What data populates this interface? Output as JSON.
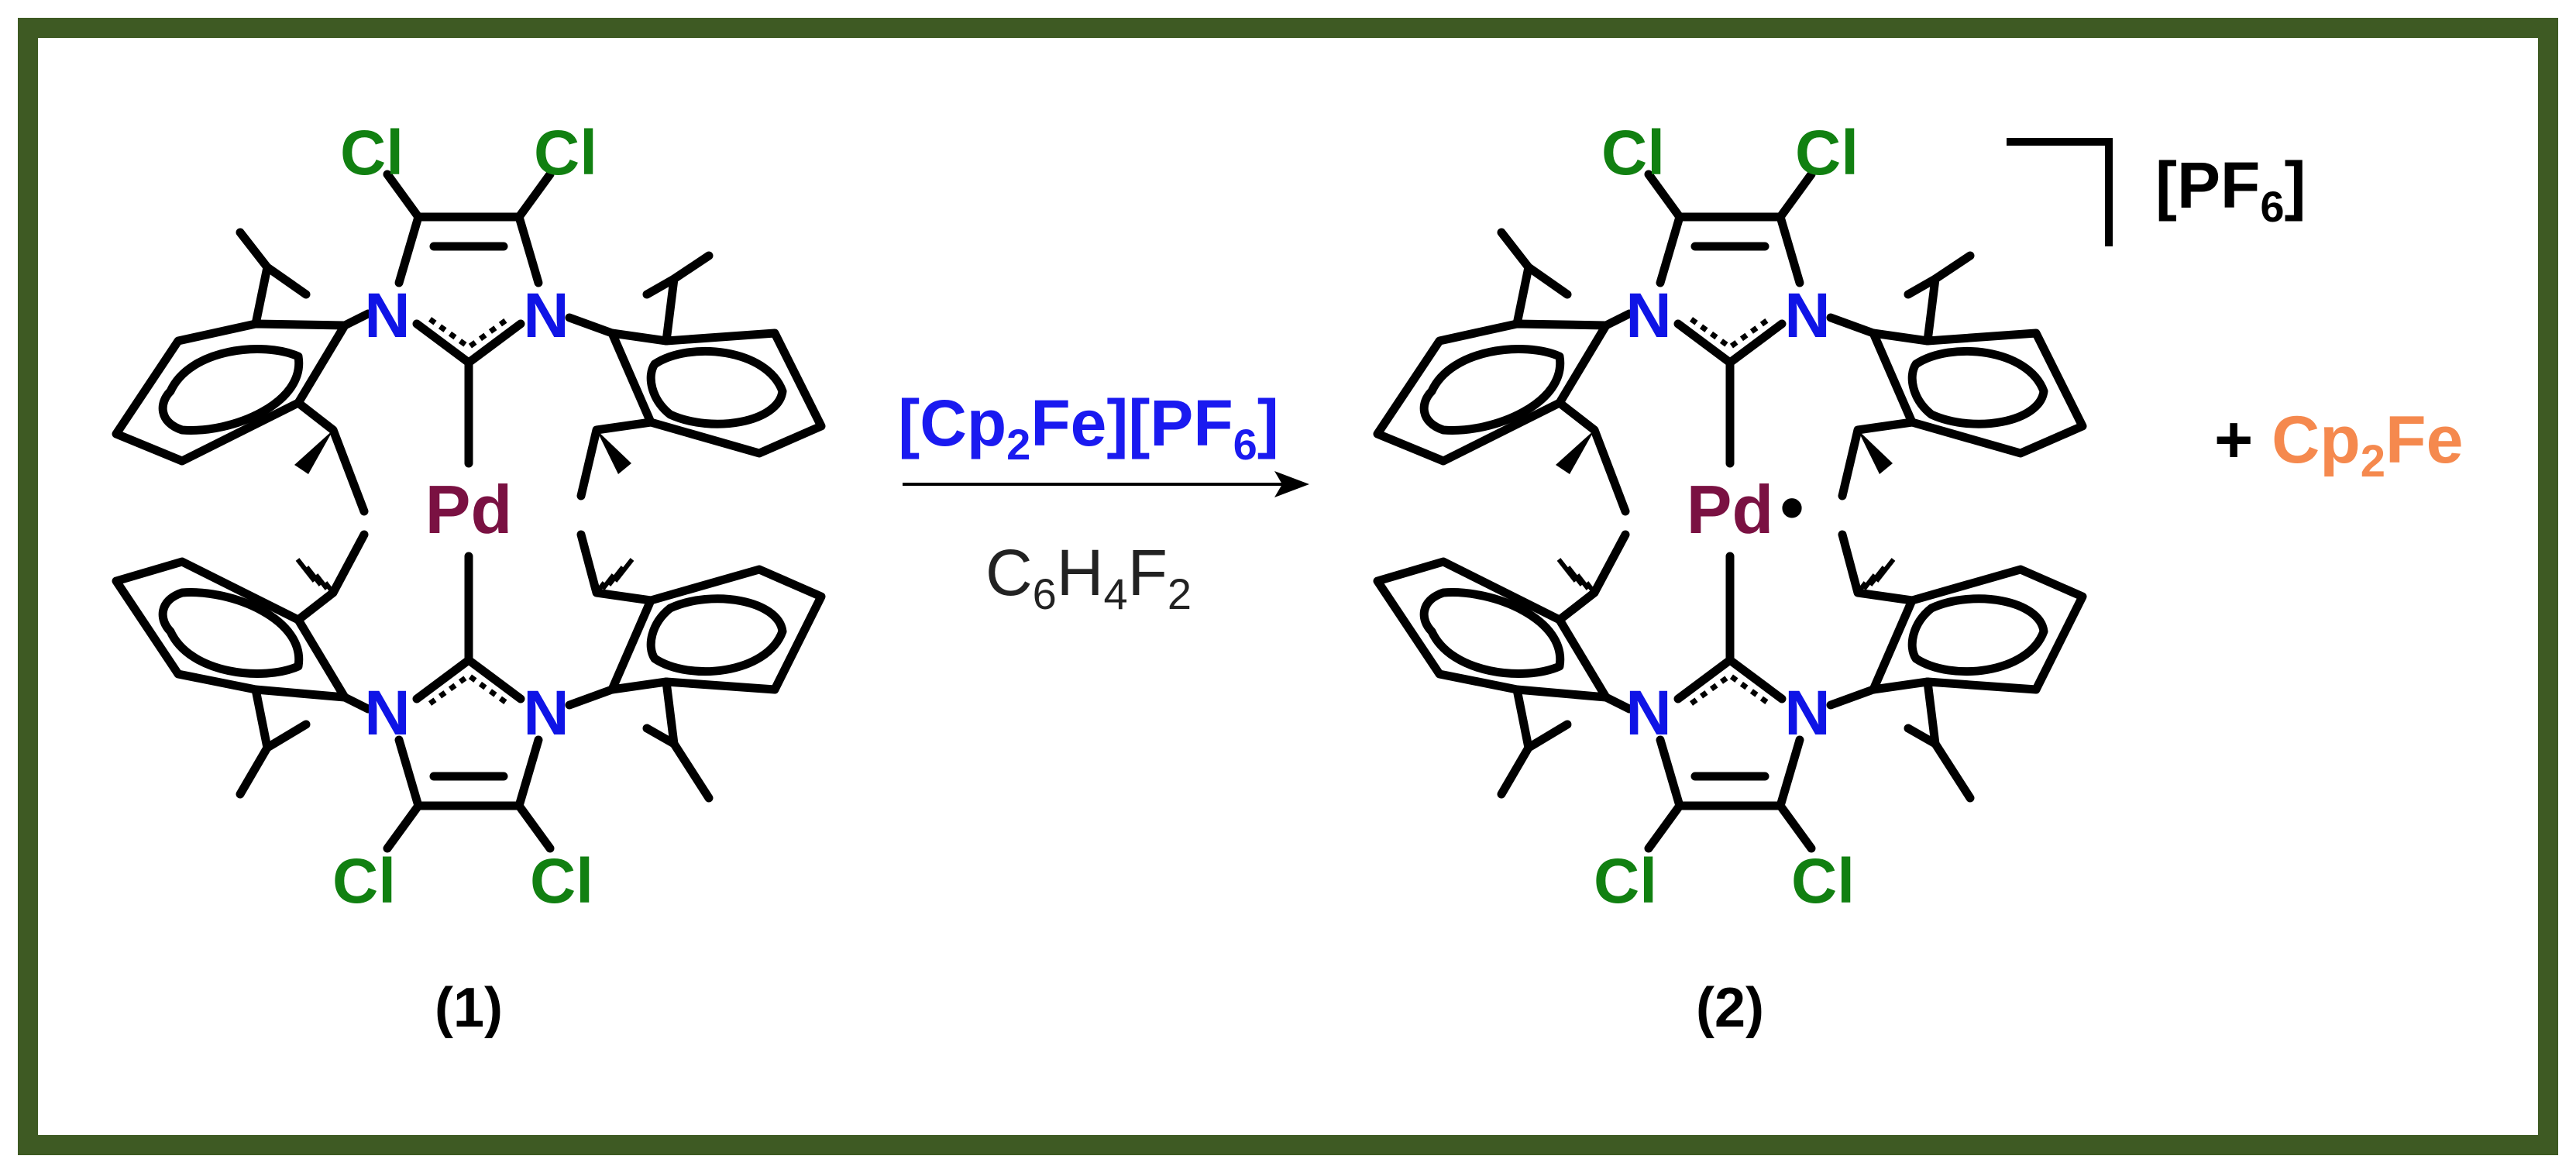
{
  "colors": {
    "frame": "#3e5a23",
    "bond": "#000000",
    "nitrogen": "#0f14e6",
    "chlorine": "#118011",
    "palladium": "#7a1142",
    "oxidant": "#1a1af0",
    "byproduct": "#f5894e"
  },
  "atoms": {
    "cl": "Cl",
    "n": "N",
    "pd": "Pd"
  },
  "reaction": {
    "oxidant": {
      "a": "[Cp",
      "sub1": "2",
      "b": "Fe][PF",
      "sub2": "6",
      "c": "]"
    },
    "solvent": {
      "a": "C",
      "sub1": "6",
      "b": "H",
      "sub2": "4",
      "c": "F",
      "sub3": "2"
    }
  },
  "product": {
    "radical_dot": "•",
    "counterion": {
      "a": "[PF",
      "sub": "6",
      "b": "]"
    },
    "byproduct": {
      "plus": "+ ",
      "a": "Cp",
      "sub": "2",
      "b": "Fe"
    }
  },
  "labels": {
    "reactant": "(1)",
    "product": "(2)"
  }
}
